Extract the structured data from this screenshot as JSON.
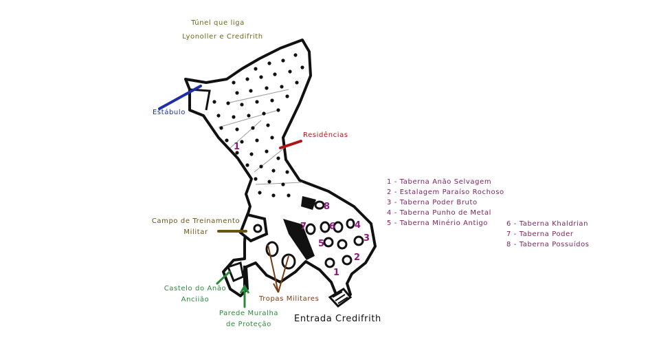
{
  "colors": {
    "outline": "#111111",
    "tunnel_title": "#6b6a12",
    "stable": "#1c2fa8",
    "residences": "#b01414",
    "training": "#6a5410",
    "castle": "#2a8a3a",
    "wall": "#2a8a3a",
    "troops": "#7a3a10",
    "entrance": "#111111",
    "legend": "#7a1f5e",
    "tavern_numbers": "#8a1a78"
  },
  "labels": {
    "tunnel_line1": "Túnel que liga",
    "tunnel_line2": "Lyonoller e Credifrith",
    "stable": "Estábulo",
    "residences": "Residências",
    "training_line1": "Campo de Treinamento",
    "training_line2": "Militar",
    "castle_line1": "Castelo do Anão",
    "castle_line2": "Anciião",
    "wall_line1": "Parede Muralha",
    "wall_line2": "de Proteção",
    "troops": "Tropas Militares",
    "entrance": "Entrada Credifrith"
  },
  "legend": {
    "col1": [
      "1 - Taberna Anão Selvagem",
      "2 - Estalagem Paraíso Rochoso",
      "3 - Taberna Poder Bruto",
      "4 - Taberna Punho de Metal",
      "5 - Taberna Minério Antigo"
    ],
    "col2": [
      "6 - Taberna Khaldrian",
      "7 - Taberna Poder",
      "8 - Taberna Possuídos"
    ]
  },
  "tavern_markers": [
    "1",
    "1",
    "2",
    "3",
    "4",
    "5",
    "6",
    "7",
    "8"
  ]
}
